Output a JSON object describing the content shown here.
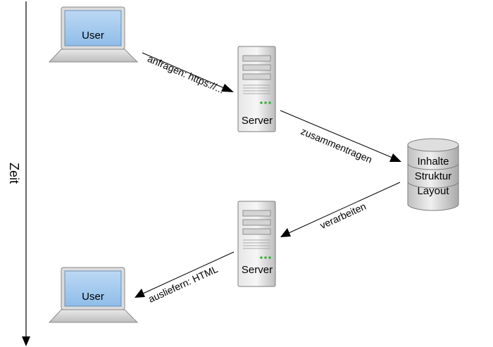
{
  "axis": {
    "label": "Zeit"
  },
  "nodes": {
    "user_top": "User",
    "server_top": "Server",
    "database": [
      "Inhalte",
      "Struktur",
      "Layout"
    ],
    "server_bottom": "Server",
    "user_bottom": "User"
  },
  "edges": {
    "request": "anfragen: https://...",
    "compose": "zusammentragen",
    "process": "verarbeiten",
    "deliver": "ausliefern: HTML"
  }
}
